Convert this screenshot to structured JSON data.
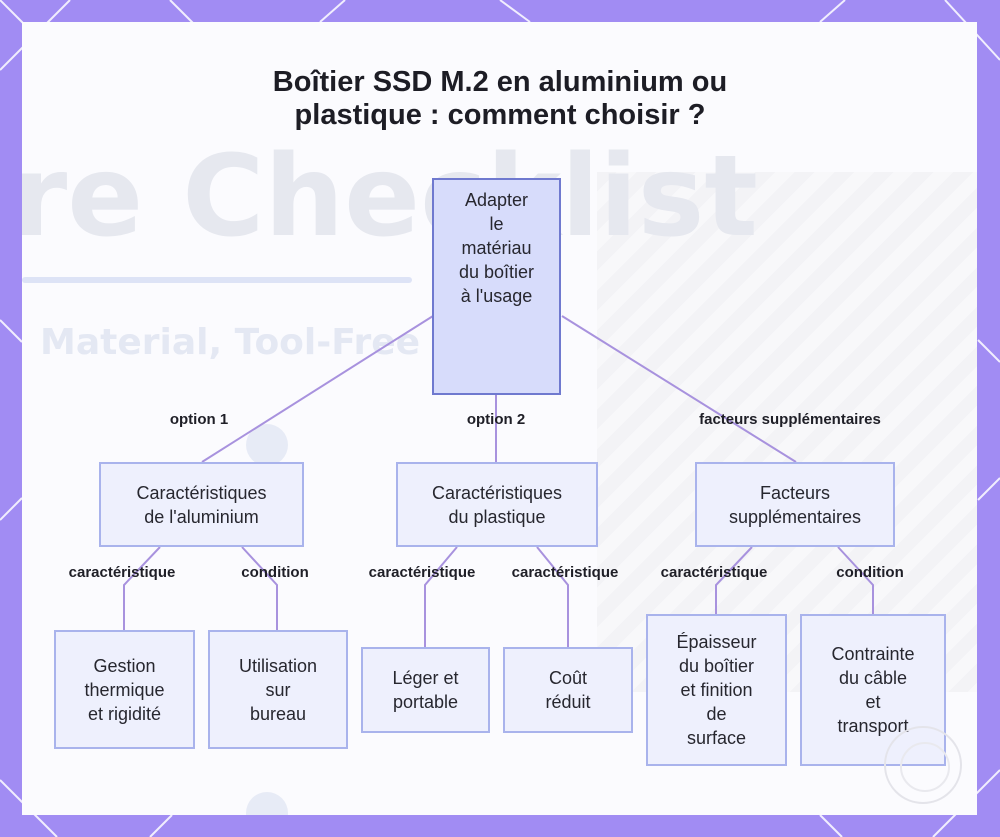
{
  "title": {
    "line1": "Boîtier SSD M.2 en aluminium ou",
    "line2": "plastique : comment choisir ?"
  },
  "nodes": {
    "root": [
      "Adapter",
      "le",
      "matériau",
      "du boîtier",
      "à l'usage"
    ],
    "aluminium": [
      "Caractéristiques",
      "de l'aluminium"
    ],
    "plastique": [
      "Caractéristiques",
      "du plastique"
    ],
    "facteurs": [
      "Facteurs",
      "supplémentaires"
    ],
    "gestion": [
      "Gestion",
      "thermique",
      "et rigidité"
    ],
    "utilisation": [
      "Utilisation",
      "sur",
      "bureau"
    ],
    "leger": [
      "Léger et",
      "portable"
    ],
    "cout": [
      "Coût",
      "réduit"
    ],
    "epaisseur": [
      "Épaisseur",
      "du boîtier",
      "et finition",
      "de",
      "surface"
    ],
    "contrainte": [
      "Contrainte",
      "du câble",
      "et",
      "transport"
    ]
  },
  "edge_labels": {
    "option1": "option 1",
    "option2": "option 2",
    "facteurs_supp": "facteurs supplémentaires",
    "alu_carac": "caractéristique",
    "alu_cond": "condition",
    "plast_carac1": "caractéristique",
    "plast_carac2": "caractéristique",
    "fact_carac": "caractéristique",
    "fact_cond": "condition"
  },
  "colors": {
    "frame": "#a18cf3",
    "edge": "#a892de",
    "node_fill": "#eef0fd",
    "node_border": "#a9b3ec",
    "root_fill": "#d7dcfb",
    "root_border": "#6f79cf"
  }
}
